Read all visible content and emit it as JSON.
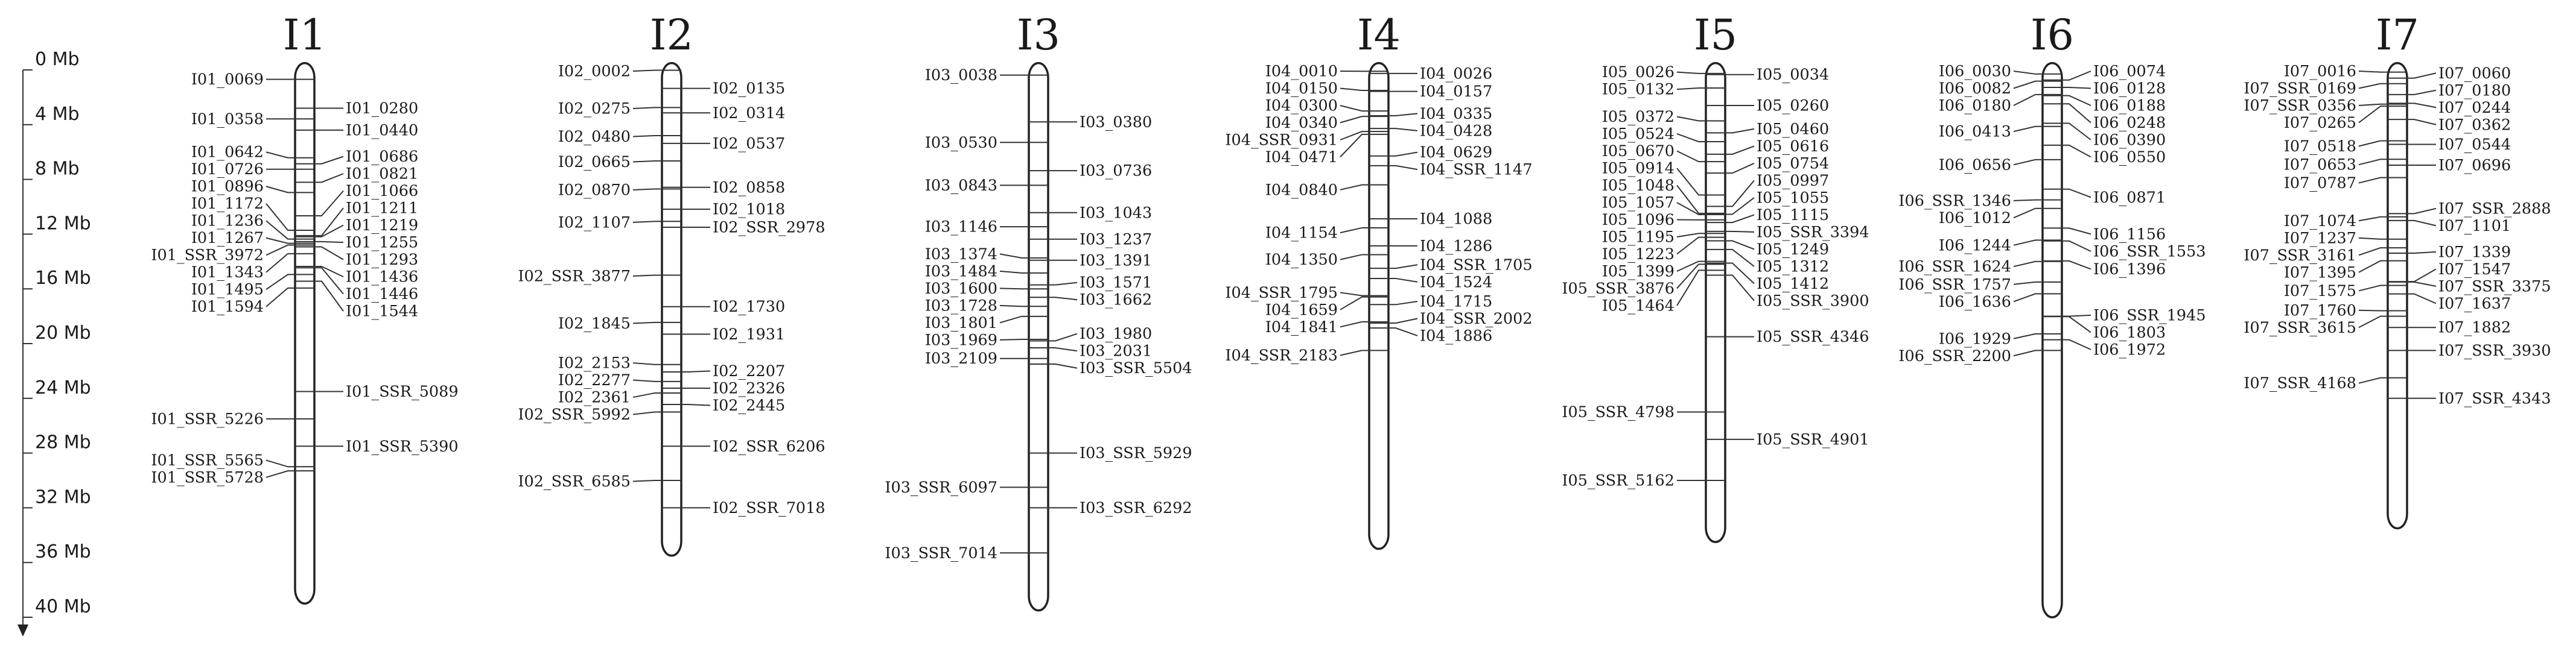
{
  "scale_axis": {
    "ticks": [
      "0 Mb",
      "4 Mb",
      "8 Mb",
      "12 Mb",
      "16 Mb",
      "20 Mb",
      "24 Mb",
      "28 Mb",
      "32 Mb",
      "36 Mb",
      "40 Mb"
    ],
    "max_mb": 40
  },
  "chromosomes": [
    {
      "title": "I1",
      "start_mb": -0.5,
      "end_mb": 39.0,
      "left": [
        {
          "name": "I01_0069",
          "pos": 0.69
        },
        {
          "name": "I01_0358",
          "pos": 3.58
        },
        {
          "name": "I01_0642",
          "pos": 6.42
        },
        {
          "name": "I01_0726",
          "pos": 7.26
        },
        {
          "name": "I01_0896",
          "pos": 8.96
        },
        {
          "name": "I01_1172",
          "pos": 11.72
        },
        {
          "name": "I01_SSR_3972",
          "pos": 12.8
        },
        {
          "name": "I01_1236",
          "pos": 12.36
        },
        {
          "name": "I01_1267",
          "pos": 12.67
        },
        {
          "name": "I01_1343",
          "pos": 13.43
        },
        {
          "name": "I01_SSR_5226",
          "pos": 25.5
        },
        {
          "name": "I01_SSR_5565",
          "pos": 29.0
        },
        {
          "name": "I01_SSR_5728",
          "pos": 29.3
        },
        {
          "name": "I01_1495",
          "pos": 14.95
        },
        {
          "name": "I01_1594",
          "pos": 15.94
        }
      ],
      "right": [
        {
          "name": "I01_0280",
          "pos": 2.8
        },
        {
          "name": "I01_0440",
          "pos": 4.4
        },
        {
          "name": "I01_0686",
          "pos": 6.86
        },
        {
          "name": "I01_0821",
          "pos": 8.21
        },
        {
          "name": "I01_1066",
          "pos": 10.66
        },
        {
          "name": "I01_1211",
          "pos": 12.11
        },
        {
          "name": "I01_1219",
          "pos": 12.19
        },
        {
          "name": "I01_1255",
          "pos": 12.55
        },
        {
          "name": "I01_1293",
          "pos": 12.93
        },
        {
          "name": "I01_SSR_5089",
          "pos": 23.5
        },
        {
          "name": "I01_SSR_5390",
          "pos": 27.5
        },
        {
          "name": "I01_1436",
          "pos": 14.36
        },
        {
          "name": "I01_1446",
          "pos": 14.46
        },
        {
          "name": "I01_1544",
          "pos": 15.44
        }
      ]
    },
    {
      "title": "I2",
      "start_mb": -0.5,
      "end_mb": 35.5,
      "left": [
        {
          "name": "I02_0002",
          "pos": 0.02
        },
        {
          "name": "I02_0275",
          "pos": 2.75
        },
        {
          "name": "I02_0480",
          "pos": 4.8
        },
        {
          "name": "I02_0665",
          "pos": 6.65
        },
        {
          "name": "I02_0870",
          "pos": 8.7
        },
        {
          "name": "I02_1107",
          "pos": 11.07
        },
        {
          "name": "I02_SSR_3877",
          "pos": 15.0
        },
        {
          "name": "I02_1845",
          "pos": 18.45
        },
        {
          "name": "I02_SSR_5992",
          "pos": 25.0
        },
        {
          "name": "I02_SSR_6585",
          "pos": 30.0
        },
        {
          "name": "I02_2153",
          "pos": 21.53
        },
        {
          "name": "I02_2277",
          "pos": 22.77
        },
        {
          "name": "I02_2361",
          "pos": 23.61
        }
      ],
      "right": [
        {
          "name": "I02_0135",
          "pos": 1.35
        },
        {
          "name": "I02_0314",
          "pos": 3.14
        },
        {
          "name": "I02_0537",
          "pos": 5.37
        },
        {
          "name": "I02_0858",
          "pos": 8.58
        },
        {
          "name": "I02_1018",
          "pos": 10.18
        },
        {
          "name": "I02_SSR_2978",
          "pos": 11.5
        },
        {
          "name": "I02_1730",
          "pos": 17.3
        },
        {
          "name": "I02_1931",
          "pos": 19.31
        },
        {
          "name": "I02_SSR_6206",
          "pos": 27.5
        },
        {
          "name": "I02_SSR_7018",
          "pos": 32.0
        },
        {
          "name": "I02_2207",
          "pos": 22.07
        },
        {
          "name": "I02_2326",
          "pos": 23.26
        },
        {
          "name": "I02_2445",
          "pos": 24.45
        }
      ]
    },
    {
      "title": "I3",
      "start_mb": -0.5,
      "end_mb": 39.5,
      "left": [
        {
          "name": "I03_0038",
          "pos": 0.38
        },
        {
          "name": "I03_0530",
          "pos": 5.3
        },
        {
          "name": "I03_0843",
          "pos": 8.43
        },
        {
          "name": "I03_1146",
          "pos": 11.46
        },
        {
          "name": "I03_1374",
          "pos": 13.74
        },
        {
          "name": "I03_1484",
          "pos": 14.84
        },
        {
          "name": "I03_1600",
          "pos": 16.0
        },
        {
          "name": "I03_1728",
          "pos": 17.28
        },
        {
          "name": "I03_1801",
          "pos": 18.01
        },
        {
          "name": "I03_SSR_6097",
          "pos": 30.5
        },
        {
          "name": "I03_1969",
          "pos": 19.69
        },
        {
          "name": "I03_SSR_7014",
          "pos": 35.3
        },
        {
          "name": "I03_2109",
          "pos": 21.09
        }
      ],
      "right": [
        {
          "name": "I03_0380",
          "pos": 3.8
        },
        {
          "name": "I03_0736",
          "pos": 7.36
        },
        {
          "name": "I03_1043",
          "pos": 10.43
        },
        {
          "name": "I03_1237",
          "pos": 12.37
        },
        {
          "name": "I03_1391",
          "pos": 13.91
        },
        {
          "name": "I03_1571",
          "pos": 15.71
        },
        {
          "name": "I03_1662",
          "pos": 16.62
        },
        {
          "name": "I03_SSR_5504",
          "pos": 21.5
        },
        {
          "name": "I03_SSR_5929",
          "pos": 28.0
        },
        {
          "name": "I03_SSR_6292",
          "pos": 32.0
        },
        {
          "name": "I03_1980",
          "pos": 19.8
        },
        {
          "name": "I03_2031",
          "pos": 20.31
        }
      ]
    },
    {
      "title": "I4",
      "start_mb": -0.5,
      "end_mb": 35.0,
      "left": [
        {
          "name": "I04_0010",
          "pos": 0.1
        },
        {
          "name": "I04_0150",
          "pos": 1.5
        },
        {
          "name": "I04_SSR_0931",
          "pos": 4.5
        },
        {
          "name": "I04_0300",
          "pos": 3.0
        },
        {
          "name": "I04_0340",
          "pos": 3.4
        },
        {
          "name": "I04_SSR_1795",
          "pos": 16.5
        },
        {
          "name": "I04_SSR_2183",
          "pos": 20.5
        },
        {
          "name": "I04_0471",
          "pos": 4.71
        },
        {
          "name": "I04_0840",
          "pos": 8.4
        },
        {
          "name": "I04_1154",
          "pos": 11.54
        },
        {
          "name": "I04_1350",
          "pos": 13.5
        },
        {
          "name": "I04_1659",
          "pos": 16.59
        },
        {
          "name": "I04_1841",
          "pos": 18.41
        }
      ],
      "right": [
        {
          "name": "I04_0026",
          "pos": 0.26
        },
        {
          "name": "I04_0157",
          "pos": 1.57
        },
        {
          "name": "I04_SSR_1147",
          "pos": 7.0
        },
        {
          "name": "I04_0335",
          "pos": 3.35
        },
        {
          "name": "I04_SSR_1705",
          "pos": 14.5
        },
        {
          "name": "I04_SSR_2002",
          "pos": 18.5
        },
        {
          "name": "I04_0428",
          "pos": 4.28
        },
        {
          "name": "I04_0629",
          "pos": 6.29
        },
        {
          "name": "I04_1088",
          "pos": 10.88
        },
        {
          "name": "I04_1286",
          "pos": 12.86
        },
        {
          "name": "I04_1524",
          "pos": 15.24
        },
        {
          "name": "I04_1715",
          "pos": 17.15
        },
        {
          "name": "I04_1886",
          "pos": 18.86
        }
      ]
    },
    {
      "title": "I5",
      "start_mb": -0.5,
      "end_mb": 34.5,
      "left": [
        {
          "name": "I05_0026",
          "pos": 0.26
        },
        {
          "name": "I05_0132",
          "pos": 1.32
        },
        {
          "name": "I05_0372",
          "pos": 3.72
        },
        {
          "name": "I05_0524",
          "pos": 5.24
        },
        {
          "name": "I05_0670",
          "pos": 6.7
        },
        {
          "name": "I05_0914",
          "pos": 9.14
        },
        {
          "name": "I05_1048",
          "pos": 10.48
        },
        {
          "name": "I05_1057",
          "pos": 10.57
        },
        {
          "name": "I05_1096",
          "pos": 10.96
        },
        {
          "name": "I05_SSR_3876",
          "pos": 14.2
        },
        {
          "name": "I05_1195",
          "pos": 11.95
        },
        {
          "name": "I05_1223",
          "pos": 12.23
        },
        {
          "name": "I05_SSR_4798",
          "pos": 25.0
        },
        {
          "name": "I05_SSR_5162",
          "pos": 30.0
        },
        {
          "name": "I05_1399",
          "pos": 13.99
        },
        {
          "name": "I05_1464",
          "pos": 14.64
        }
      ],
      "right": [
        {
          "name": "I05_0034",
          "pos": 0.34
        },
        {
          "name": "I05_0260",
          "pos": 2.6
        },
        {
          "name": "I05_0460",
          "pos": 4.6
        },
        {
          "name": "I05_0616",
          "pos": 6.16
        },
        {
          "name": "I05_0754",
          "pos": 7.54
        },
        {
          "name": "I05_0997",
          "pos": 9.97
        },
        {
          "name": "I05_1055",
          "pos": 10.55
        },
        {
          "name": "I05_SSR_3394",
          "pos": 11.8
        },
        {
          "name": "I05_1115",
          "pos": 11.15
        },
        {
          "name": "I05_SSR_3900",
          "pos": 15.0
        },
        {
          "name": "I05_SSR_4346",
          "pos": 19.5
        },
        {
          "name": "I05_1249",
          "pos": 12.49
        },
        {
          "name": "I05_SSR_4901",
          "pos": 27.0
        },
        {
          "name": "I05_1312",
          "pos": 13.12
        },
        {
          "name": "I05_1412",
          "pos": 14.12
        }
      ]
    },
    {
      "title": "I6",
      "start_mb": -0.5,
      "end_mb": 40.0,
      "left": [
        {
          "name": "I06_0030",
          "pos": 0.3
        },
        {
          "name": "I06_0082",
          "pos": 0.82
        },
        {
          "name": "I06_0180",
          "pos": 1.8
        },
        {
          "name": "I06_SSR_1346",
          "pos": 9.5
        },
        {
          "name": "I06_SSR_1624",
          "pos": 14.0
        },
        {
          "name": "I06_SSR_1757",
          "pos": 15.5
        },
        {
          "name": "I06_SSR_2200",
          "pos": 20.5
        },
        {
          "name": "I06_0413",
          "pos": 4.13
        },
        {
          "name": "I06_0656",
          "pos": 6.56
        },
        {
          "name": "I06_1012",
          "pos": 10.12
        },
        {
          "name": "I06_1244",
          "pos": 12.44
        },
        {
          "name": "I06_1636",
          "pos": 16.36
        },
        {
          "name": "I06_1929",
          "pos": 19.29
        }
      ],
      "right": [
        {
          "name": "I06_0074",
          "pos": 0.74
        },
        {
          "name": "I06_0128",
          "pos": 1.28
        },
        {
          "name": "I06_0188",
          "pos": 1.88
        },
        {
          "name": "I06_SSR_1553",
          "pos": 12.5
        },
        {
          "name": "I06_0248",
          "pos": 2.48
        },
        {
          "name": "I06_SSR_1945",
          "pos": 18.0
        },
        {
          "name": "I06_0390",
          "pos": 3.9
        },
        {
          "name": "I06_0550",
          "pos": 5.5
        },
        {
          "name": "I06_0871",
          "pos": 8.71
        },
        {
          "name": "I06_1156",
          "pos": 11.56
        },
        {
          "name": "I06_1396",
          "pos": 13.96
        },
        {
          "name": "I06_1803",
          "pos": 18.03
        },
        {
          "name": "I06_1972",
          "pos": 19.72
        }
      ]
    },
    {
      "title": "I7",
      "start_mb": -0.5,
      "end_mb": 33.5,
      "left": [
        {
          "name": "I07_0016",
          "pos": 0.16
        },
        {
          "name": "I07_SSR_0169",
          "pos": 1.0
        },
        {
          "name": "I07_SSR_0356",
          "pos": 2.5
        },
        {
          "name": "I07_0265",
          "pos": 2.65
        },
        {
          "name": "I07_0518",
          "pos": 5.18
        },
        {
          "name": "I07_0653",
          "pos": 6.53
        },
        {
          "name": "I07_0787",
          "pos": 7.87
        },
        {
          "name": "I07_SSR_3161",
          "pos": 13.0
        },
        {
          "name": "I07_SSR_3615",
          "pos": 18.0
        },
        {
          "name": "I07_SSR_4168",
          "pos": 22.5
        },
        {
          "name": "I07_1074",
          "pos": 10.74
        },
        {
          "name": "I07_1237",
          "pos": 12.37
        },
        {
          "name": "I07_1395",
          "pos": 13.95
        },
        {
          "name": "I07_1575",
          "pos": 15.75
        },
        {
          "name": "I07_1760",
          "pos": 17.6
        }
      ],
      "right": [
        {
          "name": "I07_0060",
          "pos": 0.6
        },
        {
          "name": "I07_0180",
          "pos": 1.8
        },
        {
          "name": "I07_0244",
          "pos": 2.44
        },
        {
          "name": "I07_0362",
          "pos": 3.62
        },
        {
          "name": "I07_0544",
          "pos": 5.44
        },
        {
          "name": "I07_0696",
          "pos": 6.96
        },
        {
          "name": "I07_SSR_2888",
          "pos": 10.5
        },
        {
          "name": "I07_SSR_3375",
          "pos": 15.5
        },
        {
          "name": "I07_SSR_3930",
          "pos": 20.5
        },
        {
          "name": "I07_SSR_4343",
          "pos": 24.0
        },
        {
          "name": "I07_1101",
          "pos": 11.01
        },
        {
          "name": "I07_1339",
          "pos": 13.39
        },
        {
          "name": "I07_1547",
          "pos": 15.47
        },
        {
          "name": "I07_1637",
          "pos": 16.37
        },
        {
          "name": "I07_1882",
          "pos": 18.82
        }
      ]
    }
  ]
}
